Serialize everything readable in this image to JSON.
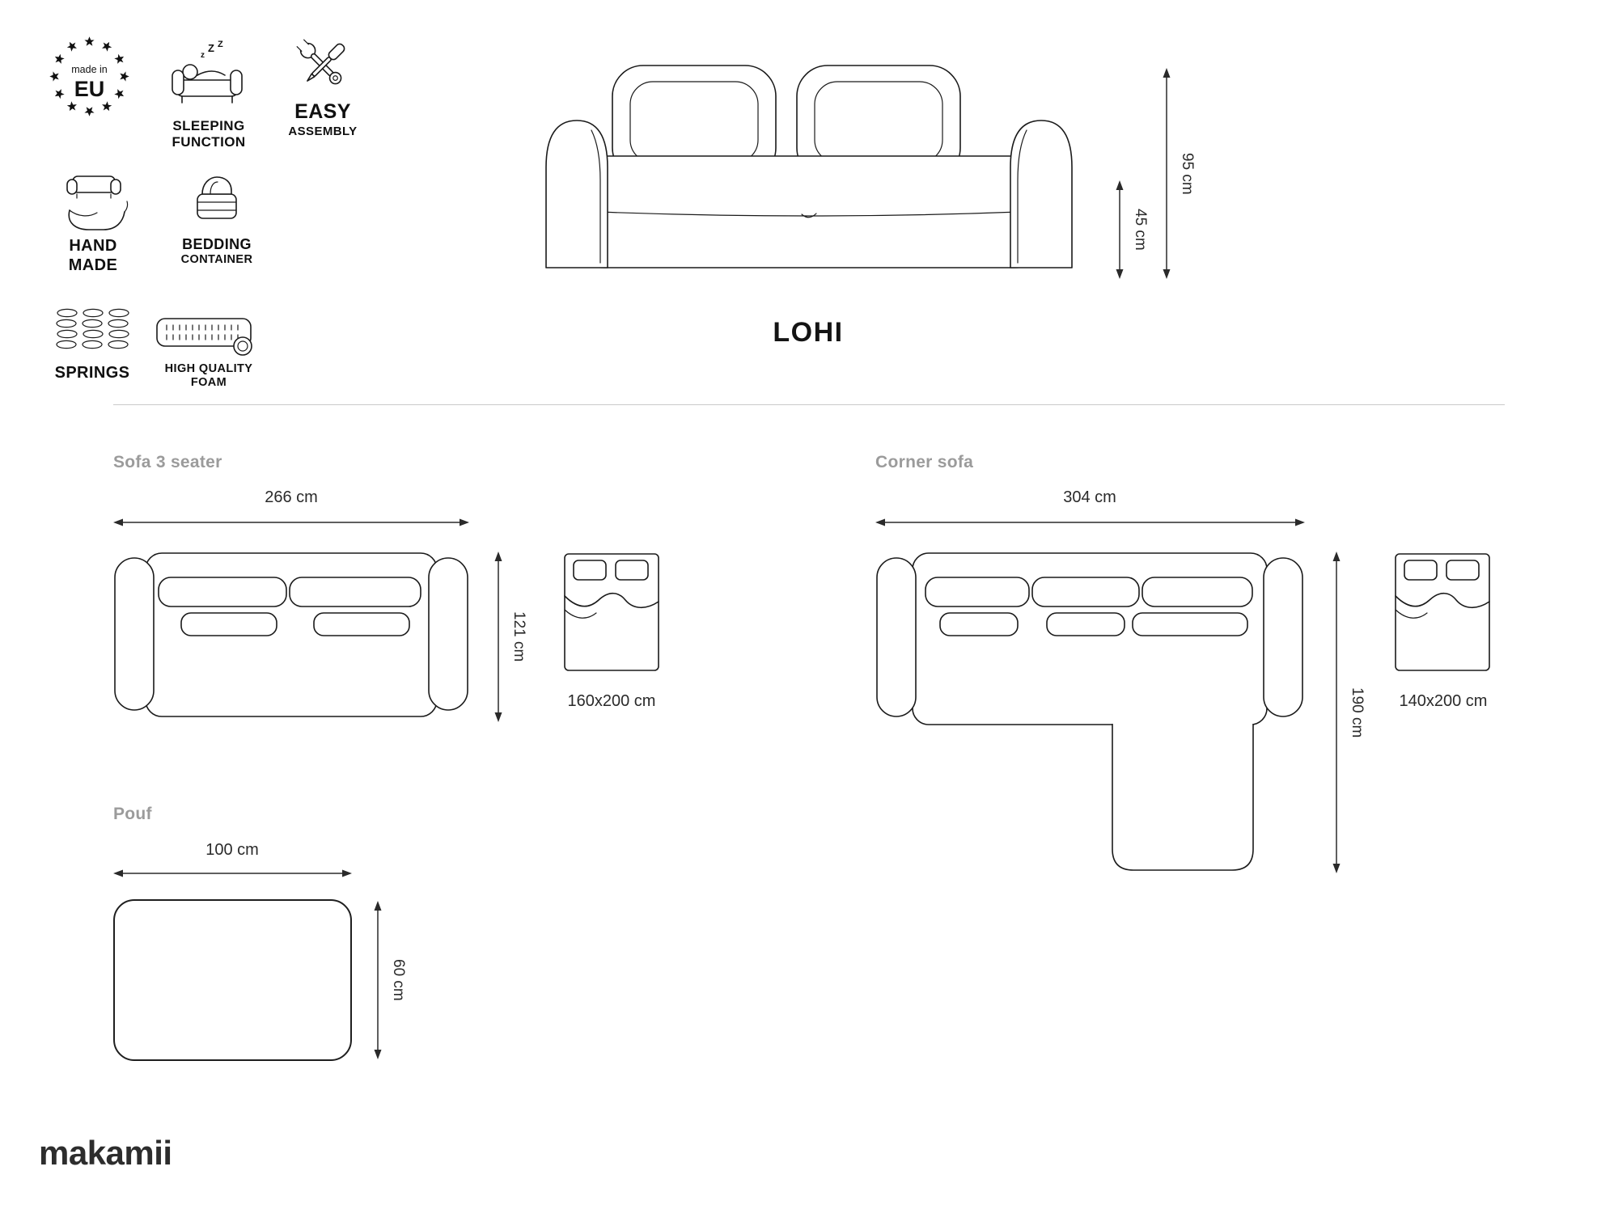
{
  "product": {
    "name": "LOHI"
  },
  "brand": {
    "logo": "makamii"
  },
  "badges": {
    "made_in_eu": {
      "top": "made in",
      "main": "EU"
    },
    "sleeping_function": {
      "line1": "SLEEPING",
      "line2": "FUNCTION",
      "z1": "z",
      "z2": "Z",
      "z3": "Z"
    },
    "easy_assembly": {
      "line1": "EASY",
      "line2": "ASSEMBLY"
    },
    "hand_made": {
      "line1": "HAND",
      "line2": "MADE"
    },
    "bedding_container": {
      "line1": "BEDDING",
      "line2": "CONTAINER"
    },
    "springs": {
      "label": "SPRINGS"
    },
    "high_quality_foam": {
      "line1": "HIGH QUALITY",
      "line2": "FOAM"
    }
  },
  "front_view": {
    "product_height": "95 cm",
    "seat_height": "45 cm"
  },
  "variants": {
    "sofa3": {
      "title": "Sofa 3 seater",
      "width": "266 cm",
      "depth": "121 cm",
      "sleeping_area": "160x200 cm"
    },
    "corner": {
      "title": "Corner sofa",
      "width": "304 cm",
      "depth": "190 cm",
      "sleeping_area": "140x200 cm"
    },
    "pouf": {
      "title": "Pouf",
      "width": "100 cm",
      "depth": "60 cm"
    }
  },
  "colors": {
    "line": "#1a1a1a",
    "muted": "#9b9b9b",
    "text": "#2a2a2a"
  }
}
